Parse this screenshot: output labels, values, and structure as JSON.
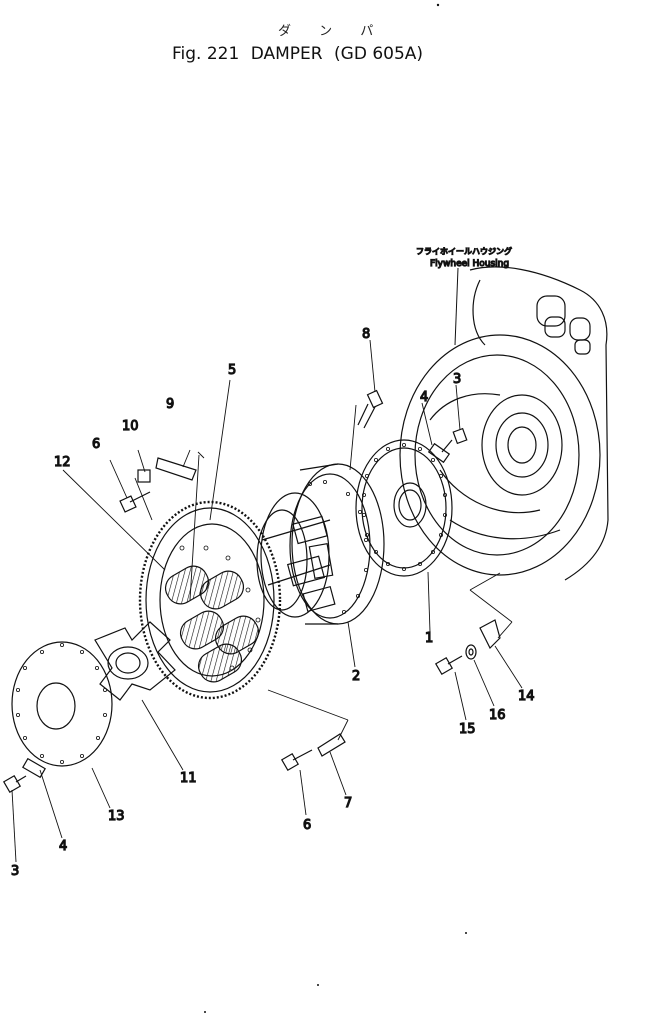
{
  "title": {
    "ruby": "ダ ン パ",
    "fig_label": "Fig. 221",
    "name": "DAMPER",
    "model": "(GD 605A)"
  },
  "housing_label": {
    "jp": "フライホイールハウジング",
    "en": "Flywheel Housing"
  },
  "callouts": {
    "p1": "1",
    "p2": "2",
    "p3a": "3",
    "p3b": "3",
    "p4a": "4",
    "p4b": "4",
    "p5": "5",
    "p6a": "6",
    "p6b": "6",
    "p7": "7",
    "p8": "8",
    "p9": "9",
    "p10": "10",
    "p11": "11",
    "p12": "12",
    "p13": "13",
    "p14": "14",
    "p15": "15",
    "p16": "16"
  }
}
